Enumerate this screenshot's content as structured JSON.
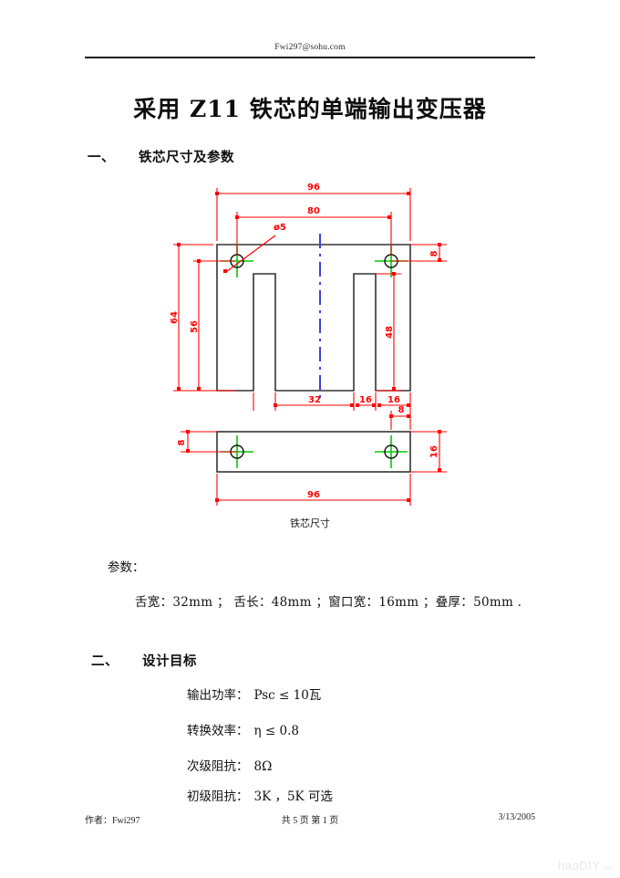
{
  "header": {
    "email": "Fwi297@sohu.com"
  },
  "title": "采用 Z11 铁芯的单端输出变压器",
  "sections": [
    {
      "number": "一、",
      "heading": "铁芯尺寸及参数"
    },
    {
      "number": "二、",
      "heading": "设计目标"
    }
  ],
  "figure": {
    "caption": "铁芯尺寸",
    "dimensions": {
      "top_overall": "96",
      "top_hole_span": "80",
      "hole_note": "ø5",
      "left_overall": "64",
      "left_inner": "56",
      "window_depth": "48",
      "right_edge": "8",
      "bottom_tongue": "32",
      "bottom_window_1": "16",
      "bottom_window_2": "16",
      "side_overall": "96",
      "side_left_edge": "8",
      "side_top_edge": "8",
      "side_height": "16"
    },
    "colors": {
      "dimension": "#ff0000",
      "outline": "#333333",
      "centerline": "#4040e0",
      "hole_marker": "#00cc00"
    }
  },
  "params": {
    "label": "参数：",
    "line": "舌宽：32mm ； 舌长：48mm ；窗口宽：16mm ；叠厚：50mm ."
  },
  "goals": [
    {
      "label": "输出功率：",
      "value": "Psc ≤  10瓦"
    },
    {
      "label": "转换效率：",
      "value": "η ≤ 0.8"
    },
    {
      "label": "次级阻抗：",
      "value": "8Ω"
    },
    {
      "label": "初级阻抗：",
      "value": "3K ，5K 可选"
    }
  ],
  "footer": {
    "author": "作者：Fwi297",
    "pages": "共 5 页 第 1 页",
    "date": "3/13/2005"
  },
  "watermark": "haoDIY"
}
